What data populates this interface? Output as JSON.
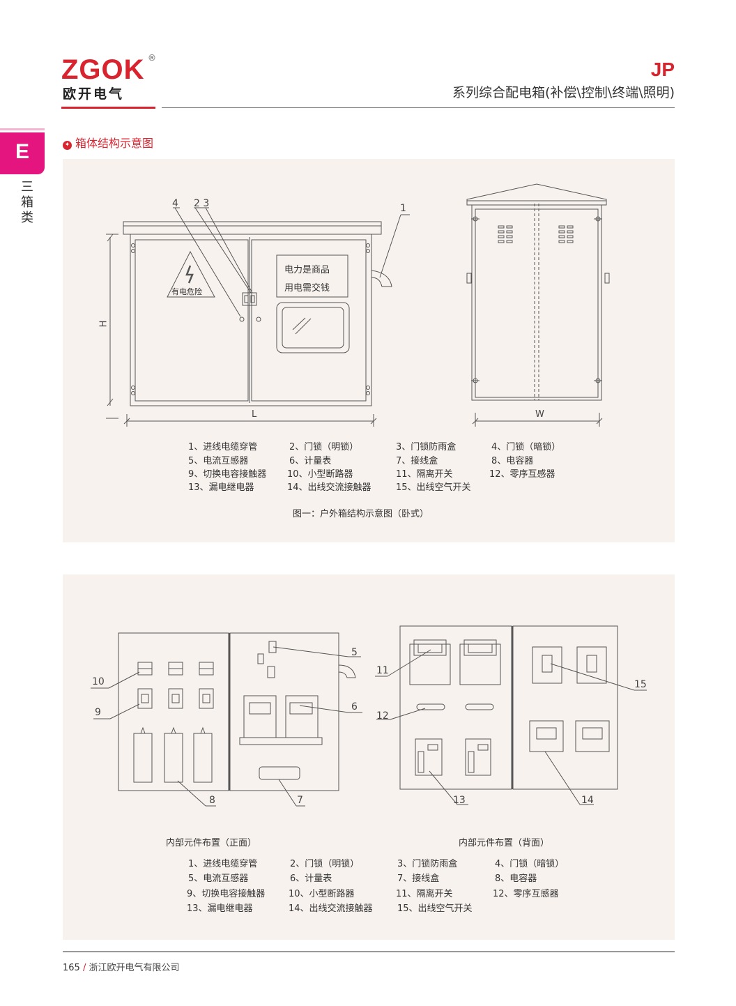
{
  "brand": {
    "logo": "ZGOK",
    "registered": "®",
    "name_cn": "欧开电气"
  },
  "header": {
    "series": "JP",
    "subtitle": "系列综合配电箱(补偿\\控制\\终端\\照明)"
  },
  "side_tab": {
    "letter": "E",
    "label": "三箱类"
  },
  "section": {
    "title": "箱体结构示意图"
  },
  "figure1": {
    "callouts": [
      "4",
      "2 3",
      "1"
    ],
    "warning_label": "有电危险",
    "sign_lines": [
      "电力是商品",
      "用电需交钱"
    ],
    "dim_H": "H",
    "dim_L": "L",
    "dim_W": "W",
    "caption": "图一：户外箱结构示意图（卧式）"
  },
  "legend_items": [
    "1、进线电缆穿管",
    "2、门锁（明锁）",
    "3、门锁防雨盒",
    "4、门锁（暗锁）",
    "5、电流互感器",
    "6、计量表",
    "7、接线盒",
    "8、电容器",
    "9、切换电容接触器",
    "10、小型断路器",
    "11、隔离开关",
    "12、零序互感器",
    "13、漏电继电器",
    "14、出线交流接触器",
    "15、出线空气开关"
  ],
  "figure2": {
    "callouts": [
      "10",
      "9",
      "8",
      "7",
      "6",
      "5",
      "11",
      "12",
      "13",
      "14",
      "15"
    ],
    "caption_front": "内部元件布置（正面）",
    "caption_back": "内部元件布置（背面）"
  },
  "footer": {
    "page": "165",
    "separator": "/",
    "company": "浙江欧开电气有限公司"
  }
}
